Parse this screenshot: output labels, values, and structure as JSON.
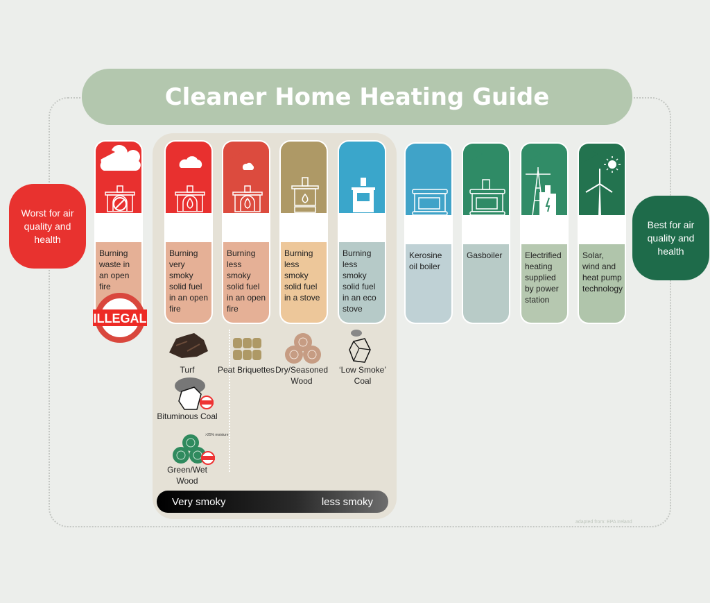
{
  "title": "Cleaner Home Heating Guide",
  "worst_label": "Worst for air quality and health",
  "best_label": "Best for air quality and health",
  "colors": {
    "worst": "#e8322f",
    "best": "#1e6b4a",
    "title_bg": "#b3c7ae",
    "panel": "#e5e1d6"
  },
  "cards": [
    {
      "label": "Burning waste in an open fire",
      "icon": "no-burning-fireplace-icon",
      "top": "#e8302f",
      "text_bg": "#e5b096"
    },
    {
      "label": "Burning very smoky solid fuel in an open fire",
      "icon": "fireplace-big-smoke-icon",
      "top": "#e8302f",
      "text_bg": "#e5b096"
    },
    {
      "label": "Burning less smoky solid fuel in an open fire",
      "icon": "fireplace-small-smoke-icon",
      "top": "#dc4b3e",
      "text_bg": "#e5b096"
    },
    {
      "label": "Burning less smoky solid fuel in a stove",
      "icon": "stove-icon",
      "top": "#ae9966",
      "text_bg": "#edc79a"
    },
    {
      "label": "Burning less smoky solid fuel in an eco stove",
      "icon": "eco-stove-icon",
      "top": "#3aa6cb",
      "text_bg": "#b6cac8"
    },
    {
      "label": "Kerosine oil boiler",
      "icon": "oil-boiler-icon",
      "top": "#40a3c8",
      "text_bg": "#bfd1d5"
    },
    {
      "label": "Gasboiler",
      "icon": "gas-boiler-icon",
      "top": "#2f8b66",
      "text_bg": "#b8cbc7"
    },
    {
      "label": "Electrified heating supplied by power station",
      "icon": "power-station-icon",
      "top": "#318c67",
      "text_bg": "#b6c8b0"
    },
    {
      "label": "Solar, wind and heat pump technology",
      "icon": "wind-solar-icon",
      "top": "#23734f",
      "text_bg": "#b0c5ab"
    }
  ],
  "illegal_badge": "ILLEGAL",
  "fuels": [
    {
      "label": "Turf",
      "icon": "turf-icon"
    },
    {
      "label": "Bituminous Coal",
      "icon": "bituminous-coal-icon",
      "badge": "ILLEGAL"
    },
    {
      "label": "Green/Wet Wood",
      "icon": "wet-wood-icon",
      "badge": "ILLEGAL",
      "note": ">25% moisture"
    },
    {
      "label": "Peat Briquettes",
      "icon": "peat-briquettes-icon"
    },
    {
      "label": "Dry/Seasoned Wood",
      "icon": "dry-wood-icon"
    },
    {
      "label": "‘Low Smoke’ Coal",
      "icon": "low-smoke-coal-icon"
    }
  ],
  "scale": {
    "left": "Very smoky",
    "right": "less smoky"
  },
  "credit": "adapted from: EPA Ireland"
}
